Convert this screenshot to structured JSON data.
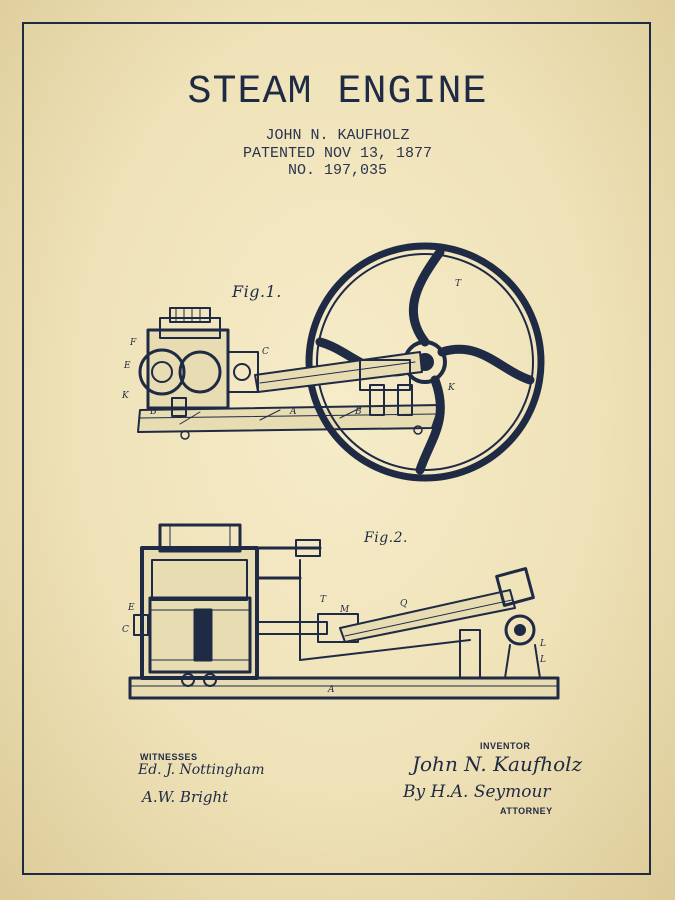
{
  "title": "STEAM ENGINE",
  "inventor_line": "JOHN N. KAUFHOLZ",
  "patent_date": "PATENTED NOV 13, 1877",
  "patent_number": "NO. 197,035",
  "figures": {
    "fig1": "Fig.1.",
    "fig2": "Fig.2."
  },
  "witnesses_label": "WITNESSES",
  "witness_signatures": [
    "Ed. J. Nottingham",
    "A.W. Bright"
  ],
  "inventor_label": "INVENTOR",
  "inventor_signature": "John N. Kaufholz",
  "attorney_signature": "By H.A. Seymour",
  "attorney_label": "ATTORNEY",
  "colors": {
    "paper": "#f3e8c3",
    "ink": "#1f2a44"
  }
}
